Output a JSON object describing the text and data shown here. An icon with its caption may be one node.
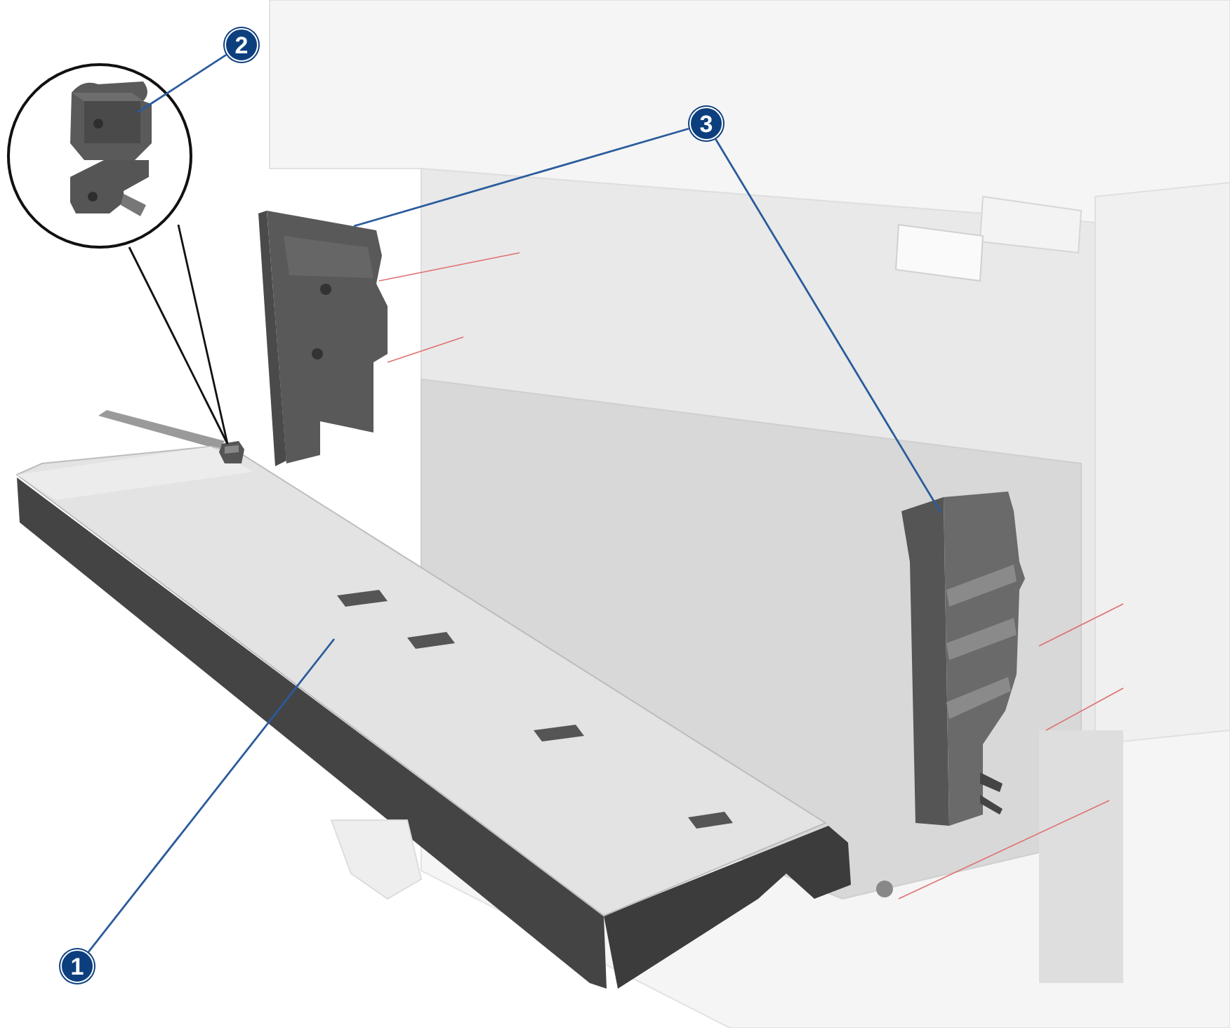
{
  "diagram": {
    "nodes": [
      {
        "text": [
          "2"
        ]
      },
      {
        "text": [],
        "shape": "picture"
      },
      {
        "text": [],
        "shape": "picture"
      },
      {
        "text": [
          "3"
        ]
      },
      {
        "text": [],
        "shape": "picture"
      },
      {
        "text": [],
        "shape": "picture"
      },
      {
        "text": [
          "1"
        ]
      },
      {
        "text": [],
        "shape": "picture"
      }
    ],
    "edges": [
      {
        "from": 0,
        "to": 1,
        "arrow": "none",
        "color": "#2a5b9c"
      },
      {
        "from": 1,
        "to": 2,
        "arrow": "none",
        "color": "#111111"
      },
      {
        "from": 1,
        "to": 2,
        "arrow": "none",
        "color": "#111111"
      },
      {
        "from": 3,
        "to": 4,
        "arrow": "none",
        "color": "#2a5b9c"
      },
      {
        "from": 3,
        "to": 5,
        "arrow": "none",
        "color": "#2a5b9c"
      },
      {
        "from": 6,
        "to": 7,
        "arrow": "none",
        "color": "#2a5b9c"
      }
    ]
  }
}
